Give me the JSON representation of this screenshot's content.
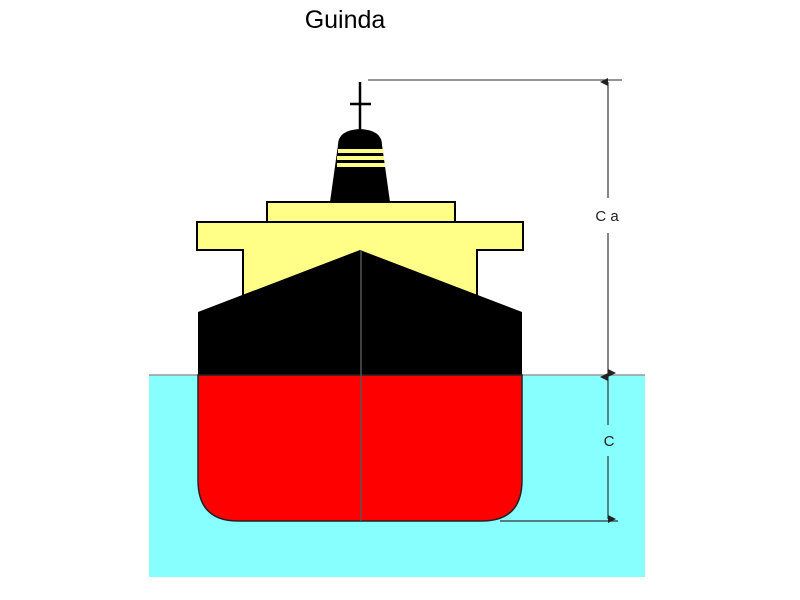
{
  "title": "Guinda",
  "labels": {
    "air_draft": "C a",
    "draft": "C"
  },
  "colors": {
    "water": "#88ffff",
    "hull_below": "#ff0000",
    "hull_above": "#000000",
    "superstructure": "#ffff88",
    "dimension_line": "#333333"
  }
}
